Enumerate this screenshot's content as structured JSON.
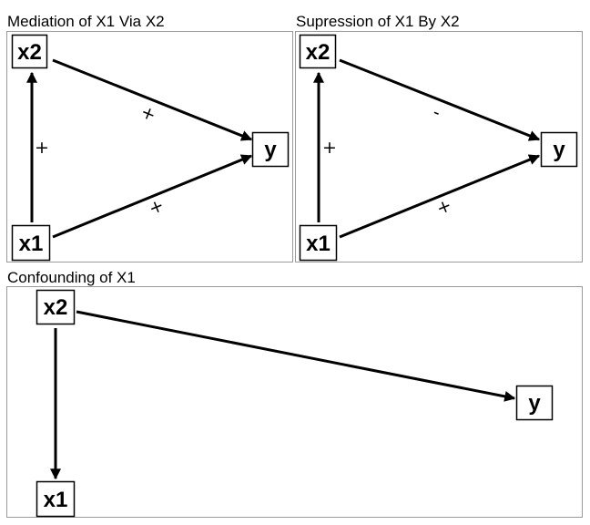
{
  "panels": [
    {
      "title": "Mediation of X1 Via X2",
      "nodes": {
        "x2": "x2",
        "x1": "x1",
        "y": "y"
      },
      "signs": {
        "x1_to_x2": "+",
        "x2_to_y": "+",
        "x1_to_y": "+"
      }
    },
    {
      "title": "Supression of X1 By X2",
      "nodes": {
        "x2": "x2",
        "x1": "x1",
        "y": "y"
      },
      "signs": {
        "x1_to_x2": "+",
        "x2_to_y": "-",
        "x1_to_y": "+"
      }
    },
    {
      "title": "Confounding of X1",
      "nodes": {
        "x2": "x2",
        "x1": "x1",
        "y": "y"
      }
    }
  ]
}
